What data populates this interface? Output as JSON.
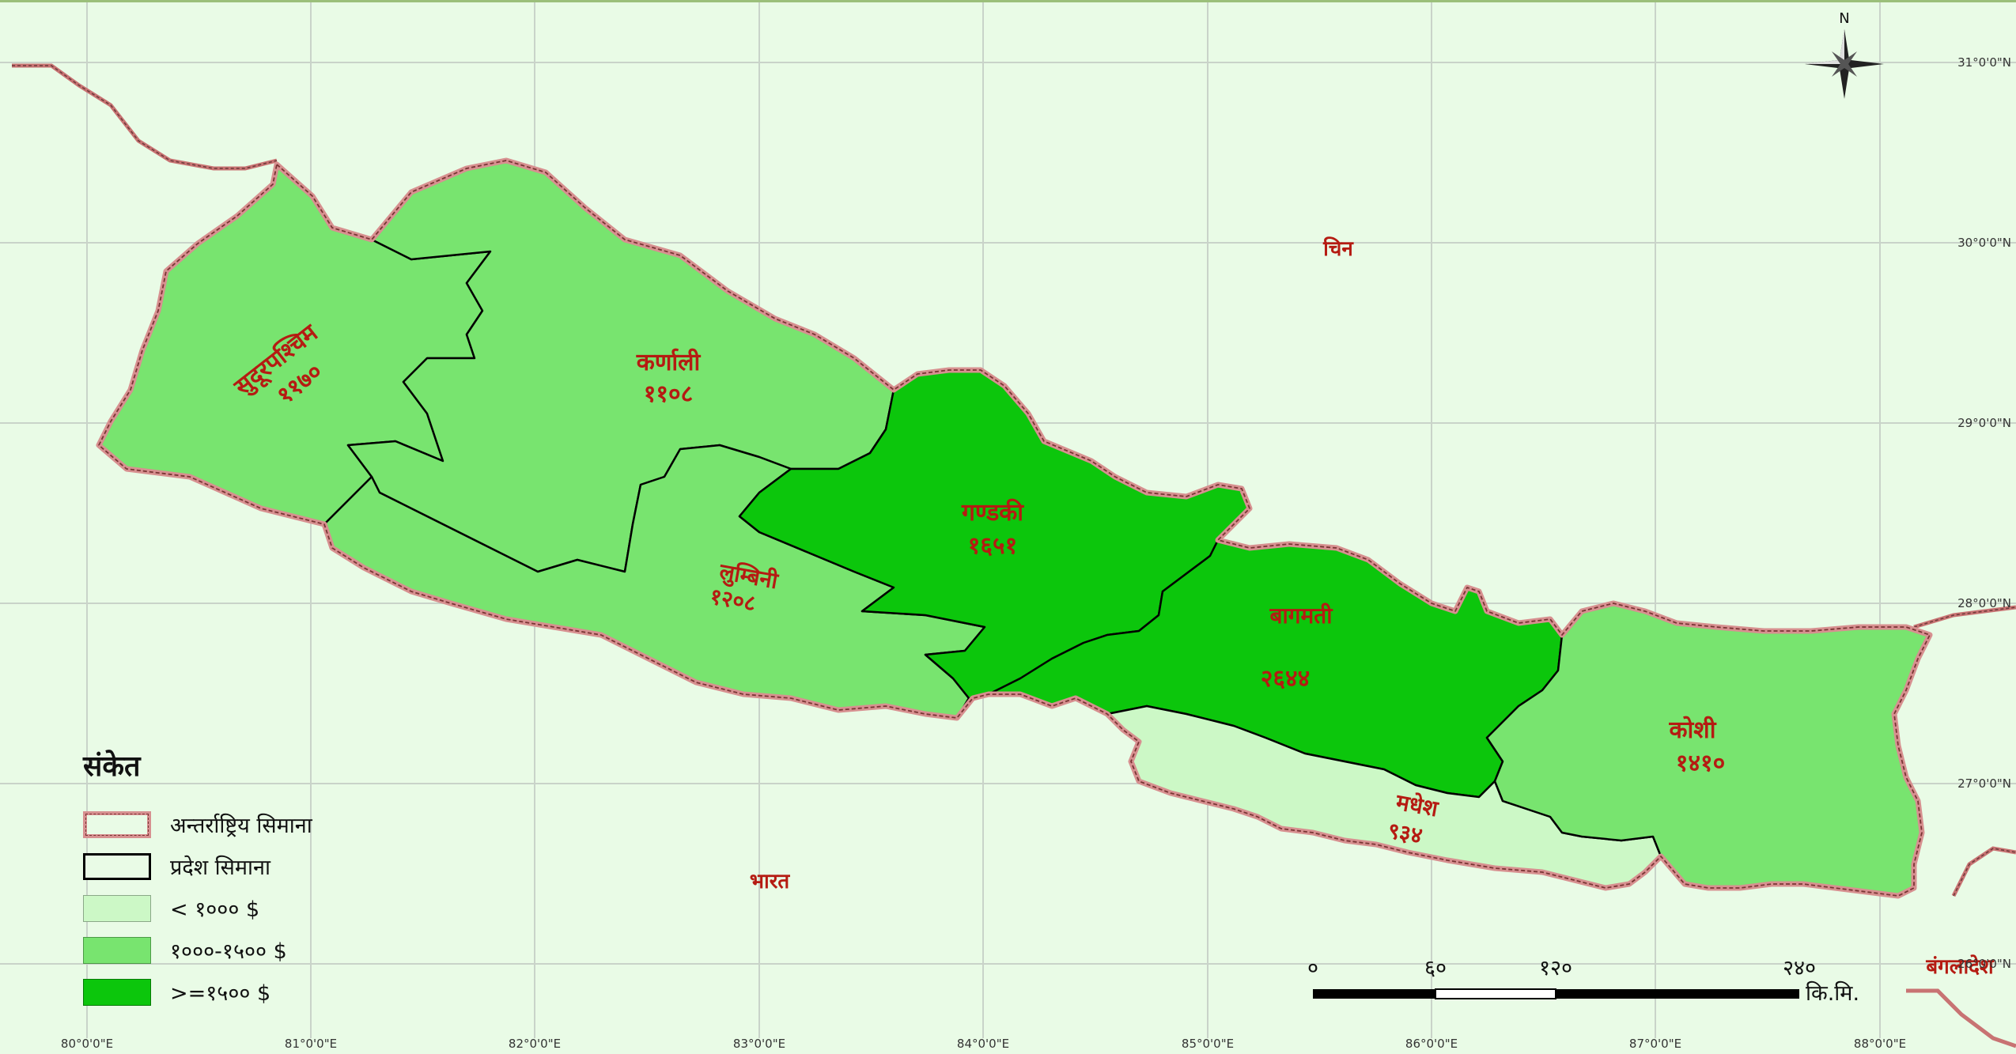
{
  "map": {
    "colors": {
      "background": "#e9fbe6",
      "less_1000": "#ccf8c6",
      "1000_1500": "#78e46f",
      "gte_1500": "#0cc60c",
      "international_border": "#c87373",
      "province_border": "#000000",
      "label_red": "#b51b12",
      "grid": "#c9d3c9"
    },
    "north_label": "N",
    "graticule": {
      "longitudes": [
        "80°0'0\"E",
        "81°0'0\"E",
        "82°0'0\"E",
        "83°0'0\"E",
        "84°0'0\"E",
        "85°0'0\"E",
        "86°0'0\"E",
        "87°0'0\"E",
        "88°0'0\"E"
      ],
      "latitudes": [
        "31°0'0\"N",
        "30°0'0\"N",
        "29°0'0\"N",
        "28°0'0\"N",
        "27°0'0\"N",
        "26°0'0\"N"
      ]
    },
    "countries": {
      "china": "चिन",
      "india": "भारत",
      "bangladesh": "बंगलादेश"
    },
    "provinces": [
      {
        "name": "सुदूरपश्चिम",
        "value": "११७०",
        "class": "1000-1500"
      },
      {
        "name": "कर्णाली",
        "value": "११०८",
        "class": "1000-1500"
      },
      {
        "name": "लुम्बिनी",
        "value": "१२०८",
        "class": "1000-1500"
      },
      {
        "name": "गण्डकी",
        "value": "१६५१",
        "class": ">=1500"
      },
      {
        "name": "बागमती",
        "value": "२६४४",
        "class": ">=1500"
      },
      {
        "name": "मधेश",
        "value": "९३४",
        "class": "<1000"
      },
      {
        "name": "कोशी",
        "value": "१४१०",
        "class": "1000-1500"
      }
    ]
  },
  "legend": {
    "title": "संकेत",
    "international_border": "अन्तर्राष्ट्रिय   सिमाना",
    "province_border": "प्रदेश सिमाना",
    "class_low": "< १००० $",
    "class_mid": "१०००-१५०० $",
    "class_high": ">=१५०० $"
  },
  "scale_bar": {
    "ticks": [
      "०",
      "६०",
      "१२०",
      "२४०"
    ],
    "unit": "कि.मि."
  }
}
